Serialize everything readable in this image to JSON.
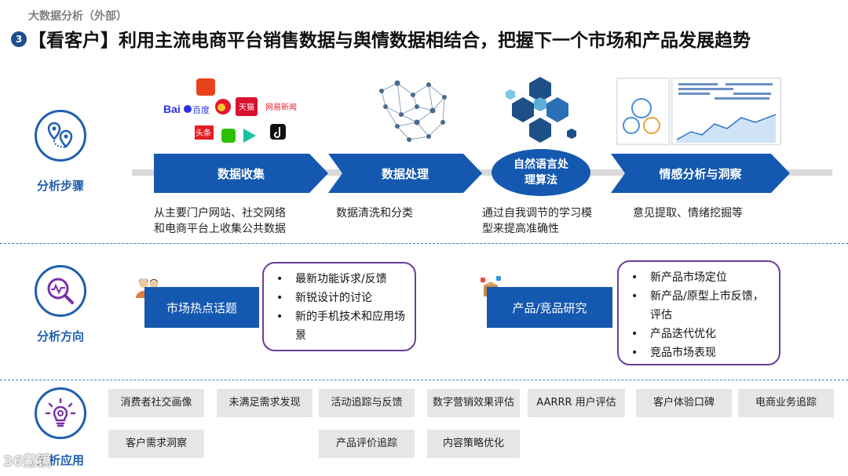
{
  "header": {
    "section_label": "大数据分析（外部）",
    "badge_number": "3",
    "title": "【看客户】利用主流电商平台销售数据与舆情数据相结合，把握下一个市场和产品发展趋势"
  },
  "rows": {
    "steps": {
      "label": "分析步骤",
      "icon": "location-pins-icon",
      "items": [
        {
          "name": "数据收集",
          "desc_line1": "从主要门户网站、社交网络",
          "desc_line2": "和电商平台上收集公共数据"
        },
        {
          "name": "数据处理",
          "desc_line1": "数据清洗和分类",
          "desc_line2": ""
        },
        {
          "name_line1": "自然语言处",
          "name_line2": "理算法",
          "desc_line1": "通过自我调节的学习模",
          "desc_line2": "型来提高准确性"
        },
        {
          "name": "情感分析与洞察",
          "desc_line1": "意见提取、情绪挖掘等",
          "desc_line2": ""
        }
      ],
      "logos": {
        "baidu": "Bai",
        "baidu_cn": "百度",
        "tmall": "天猫",
        "toutiao": "头条",
        "news": "网易新闻"
      }
    },
    "direction": {
      "label": "分析方向",
      "icon": "magnifier-pulse-icon",
      "market_topic": "市场热点话题",
      "market_bullets": [
        "最新功能诉求/反馈",
        "新锐设计的讨论",
        "新的手机技术和应用场景"
      ],
      "product_research": "产品/竞品研究",
      "product_bullets": [
        "新产品市场定位",
        "新产品/原型上市反馈，评估",
        "产品迭代优化",
        "竞品市场表现"
      ]
    },
    "application": {
      "label": "分析应用",
      "icon": "lightbulb-gear-icon",
      "chips_row1": [
        "消费者社交画像",
        "未满足需求发现",
        "活动追踪与反馈",
        "数字营销效果评估",
        "AARRR 用户评估",
        "客户体验口碑",
        "电商业务追踪"
      ],
      "chips_row2": [
        "客户需求洞察",
        "产品评价追踪",
        "内容策略优化"
      ]
    }
  },
  "watermark": "36氪镜",
  "colors": {
    "primary_blue": "#1458b0",
    "accent_purple": "#6a3d9a",
    "chip_gray": "#e6e6e6",
    "divider_blue": "#3b7fc4"
  }
}
